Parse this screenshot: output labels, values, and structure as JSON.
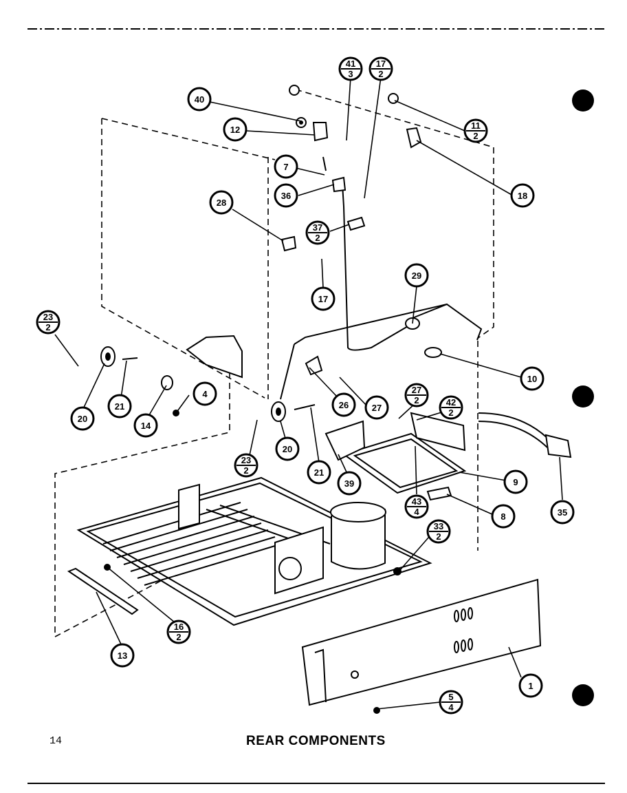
{
  "title": "REAR COMPONENTS",
  "page_number": "14",
  "callouts": [
    {
      "id": "40",
      "qty": ""
    },
    {
      "id": "41",
      "qty": "3"
    },
    {
      "id": "17",
      "qty": "2"
    },
    {
      "id": "12",
      "qty": ""
    },
    {
      "id": "11",
      "qty": "2"
    },
    {
      "id": "7",
      "qty": ""
    },
    {
      "id": "36",
      "qty": ""
    },
    {
      "id": "18",
      "qty": ""
    },
    {
      "id": "28",
      "qty": ""
    },
    {
      "id": "37",
      "qty": "2"
    },
    {
      "id": "17",
      "qty": ""
    },
    {
      "id": "29",
      "qty": ""
    },
    {
      "id": "23",
      "qty": "2"
    },
    {
      "id": "10",
      "qty": ""
    },
    {
      "id": "4",
      "qty": ""
    },
    {
      "id": "26",
      "qty": ""
    },
    {
      "id": "27",
      "qty": ""
    },
    {
      "id": "27",
      "qty": "2"
    },
    {
      "id": "42",
      "qty": "2"
    },
    {
      "id": "20",
      "qty": ""
    },
    {
      "id": "21",
      "qty": ""
    },
    {
      "id": "14",
      "qty": ""
    },
    {
      "id": "23",
      "qty": "2"
    },
    {
      "id": "20",
      "qty": ""
    },
    {
      "id": "21",
      "qty": ""
    },
    {
      "id": "39",
      "qty": ""
    },
    {
      "id": "9",
      "qty": ""
    },
    {
      "id": "43",
      "qty": "4"
    },
    {
      "id": "8",
      "qty": ""
    },
    {
      "id": "35",
      "qty": ""
    },
    {
      "id": "33",
      "qty": "2"
    },
    {
      "id": "16",
      "qty": "2"
    },
    {
      "id": "13",
      "qty": ""
    },
    {
      "id": "1",
      "qty": ""
    },
    {
      "id": "5",
      "qty": "4"
    }
  ]
}
